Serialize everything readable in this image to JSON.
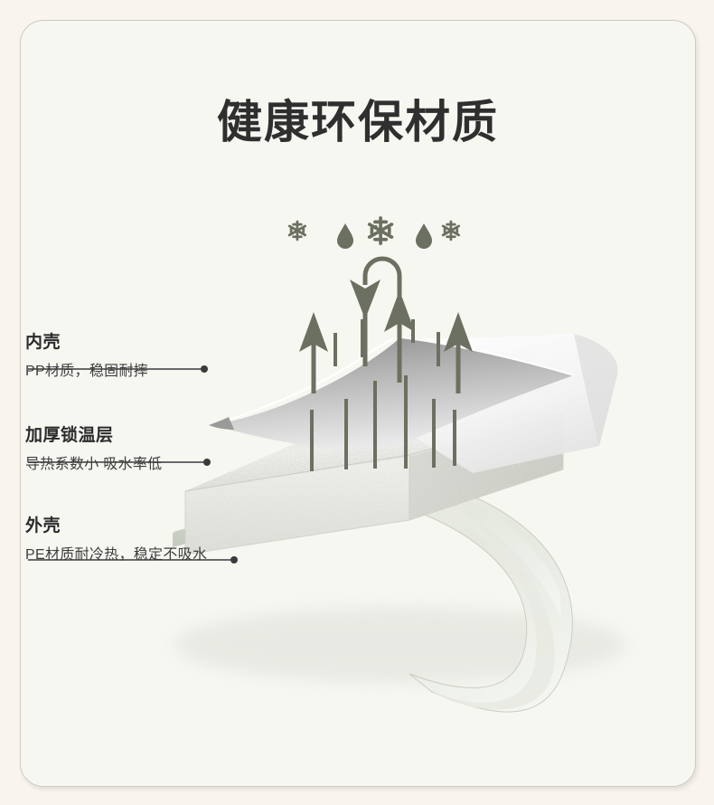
{
  "page": {
    "background_color": "#faf4ef",
    "panel_color": "#f7f7f2",
    "accent_color": "#6b7060",
    "text_color": "#2b2b2b"
  },
  "header": {
    "title": "健康环保材质"
  },
  "icons": {
    "row": [
      {
        "name": "snowflake-icon",
        "glyph": "snowflake",
        "size": "small"
      },
      {
        "name": "water-drop-icon",
        "glyph": "droplet",
        "size": "small"
      },
      {
        "name": "snowflake-icon-large",
        "glyph": "snowflake",
        "size": "large"
      },
      {
        "name": "water-drop-icon",
        "glyph": "droplet",
        "size": "small"
      },
      {
        "name": "snowflake-icon",
        "glyph": "snowflake",
        "size": "small"
      }
    ],
    "circulation": "curved-loop-arrow"
  },
  "layers": [
    {
      "id": "inner",
      "title": "内壳",
      "subtitle": "PP材质，稳固耐摔"
    },
    {
      "id": "mid",
      "title": "加厚锁温层",
      "subtitle": "导热系数小 吸水率低"
    },
    {
      "id": "outer",
      "title": "外壳",
      "subtitle": "PE材质耐冷热，稳定不吸水"
    }
  ]
}
